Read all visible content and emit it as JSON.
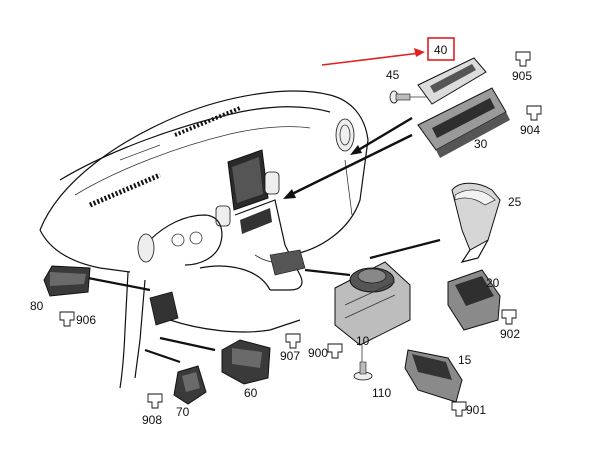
{
  "callouts": {
    "p40": "40",
    "p45": "45",
    "p905": "905",
    "p904": "904",
    "p30": "30",
    "p25": "25",
    "p80": "80",
    "p906": "906",
    "p20": "20",
    "p902": "902",
    "p907": "907",
    "p900": "900",
    "p10": "10",
    "p60": "60",
    "p15": "15",
    "p110": "110",
    "p70": "70",
    "p908": "908",
    "p901": "901"
  },
  "colors": {
    "highlight": "#e02020",
    "ink": "#111111"
  }
}
